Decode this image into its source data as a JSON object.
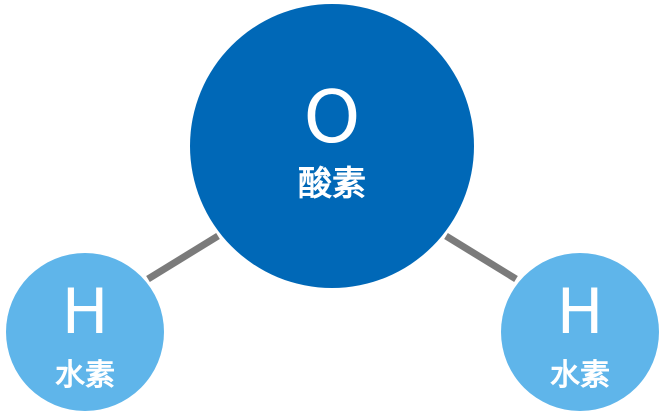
{
  "molecule": {
    "oxygen": {
      "symbol": "O",
      "name": "酸素",
      "color": "#0068b7"
    },
    "hydrogen_left": {
      "symbol": "H",
      "name": "水素",
      "color": "#5fb5ea"
    },
    "hydrogen_right": {
      "symbol": "H",
      "name": "水素",
      "color": "#5fb5ea"
    },
    "bond_color": "#7b7b7b"
  }
}
